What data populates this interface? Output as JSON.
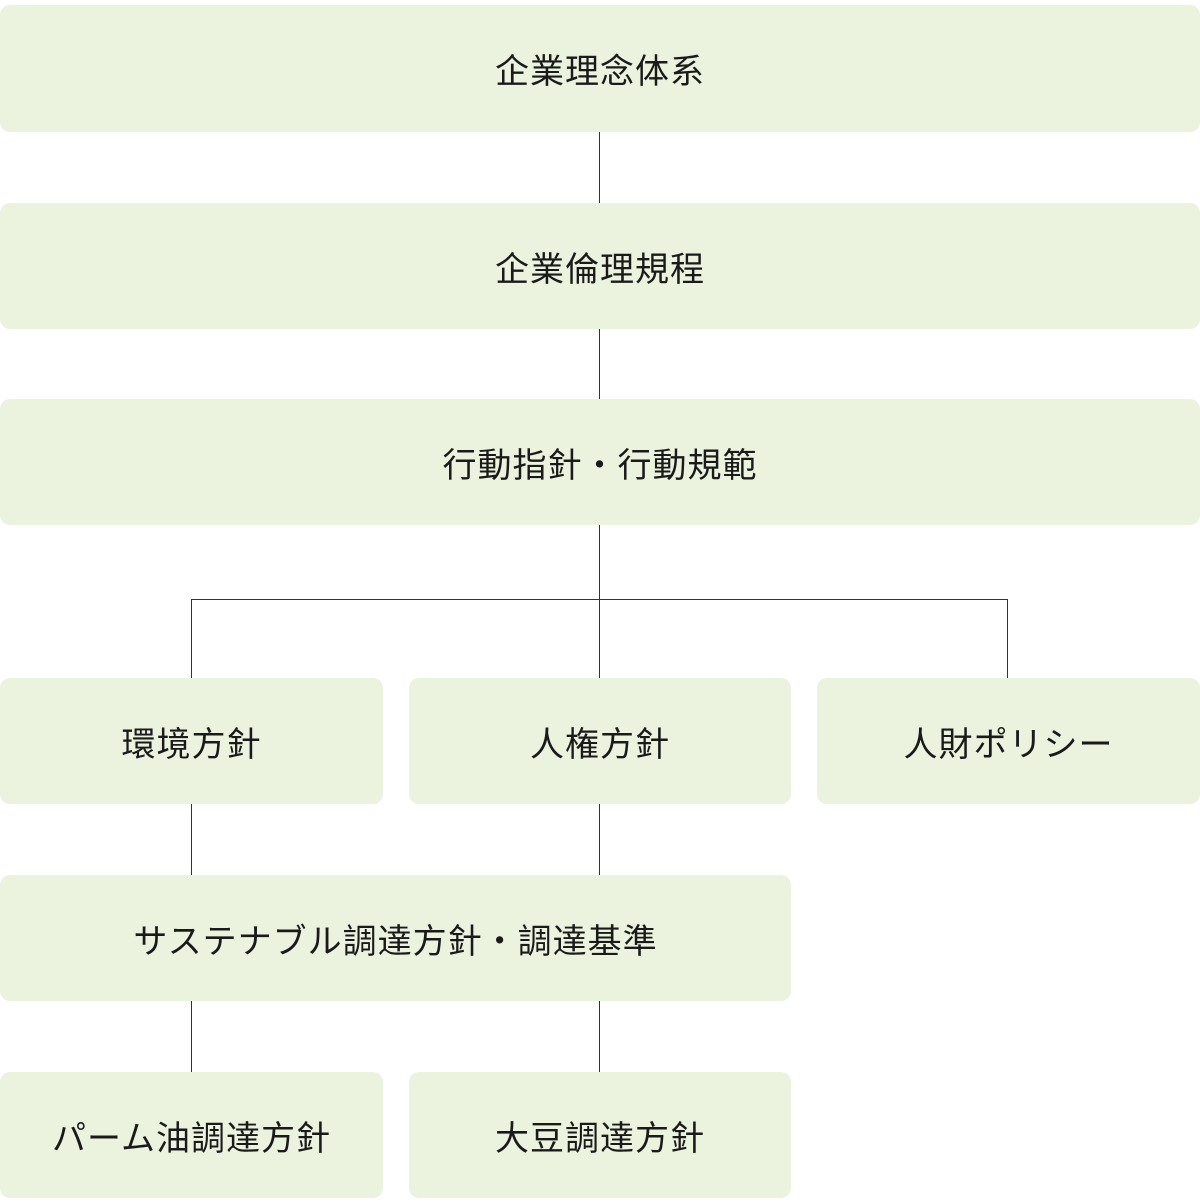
{
  "diagram": {
    "top": "企業理念体系",
    "ethics": "企業倫理規程",
    "conduct": "行動指針・行動規範",
    "environment": "環境方針",
    "human_rights": "人権方針",
    "hr_policy": "人財ポリシー",
    "procurement": "サステナブル調達方針・調達基準",
    "palm_oil": "パーム油調達方針",
    "soybean": "大豆調達方針"
  },
  "colors": {
    "box_fill": "#ebf3de",
    "connector": "#333333",
    "text": "#1a1a1a"
  }
}
